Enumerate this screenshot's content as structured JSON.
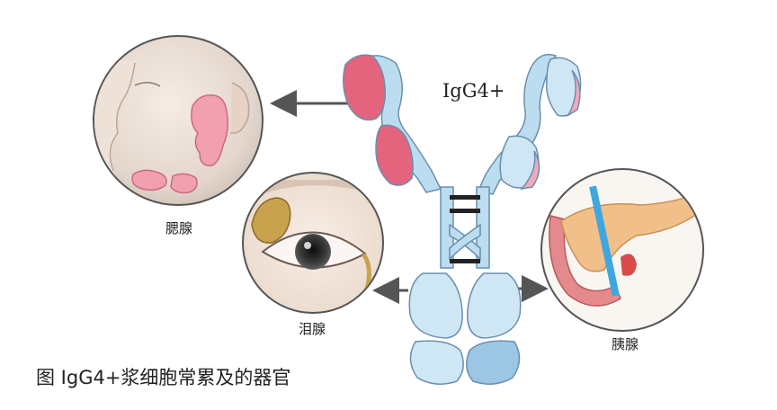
{
  "title": "IgG4+",
  "caption": "图 IgG4+浆细胞常累及的器官",
  "organs": {
    "salivary": "腮腺",
    "lacrimal": "泪腺",
    "pancreas": "胰腺"
  },
  "colors": {
    "light_chain": "#e3647c",
    "light_chain_pale": "#f2a9bc",
    "heavy_chain": "#bcdcf0",
    "heavy_chain_dark": "#9cc6e4",
    "outline": "#6a8fae",
    "arrow": "#555555",
    "pancreas": "#f1c08a",
    "duodenum": "#e58a8c",
    "vessel_blue": "#3fa7e0",
    "vessel_red": "#d94b4b"
  }
}
